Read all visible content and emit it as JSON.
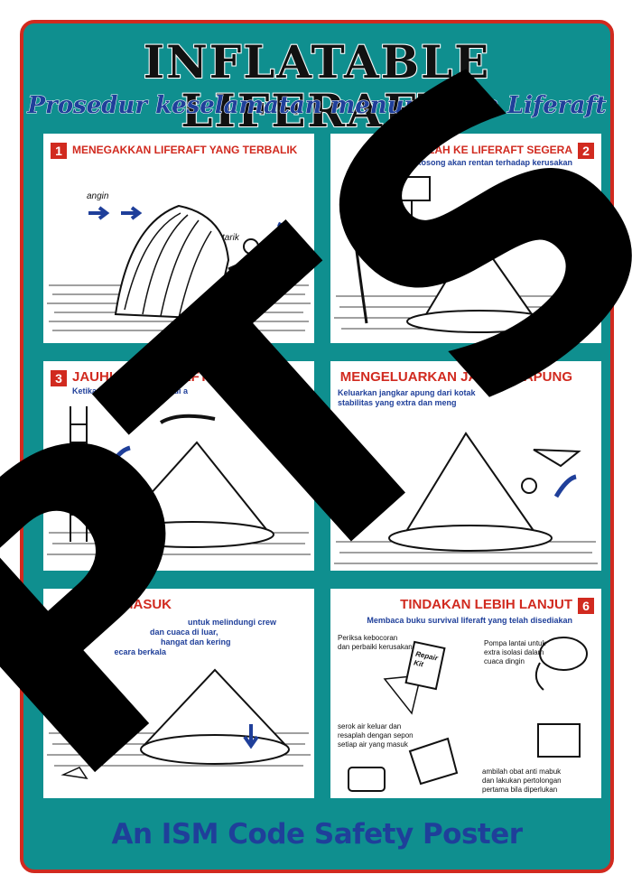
{
  "header": {
    "title": "INFLATABLE LIFERAFT",
    "subtitle": "Prosedur keselamatan menurunkan Liferaft"
  },
  "panels": [
    {
      "number": "1",
      "title": "MENEGAKKAN LIFERAFT YANG TERBALIK",
      "labels": {
        "wind": "angin",
        "pull": "tarik"
      }
    },
    {
      "number": "2",
      "title": "NAIKLAH KE LIFERAFT SEGERA",
      "description": "Sebuah liferaft kosong akan rentan terhadap kerusakan"
    },
    {
      "number": "3",
      "title": "JAUHKAN LIFERAFT DA",
      "description": "Ketika semua crew sudah di a"
    },
    {
      "number": "",
      "title": "MENGELUARKAN JA      CKAR APUNG",
      "description_line1": "Keluarkan jangkar apung dari kotak",
      "description_line2": "stabilitas yang extra dan meng"
    },
    {
      "number": "",
      "title": "R         MASUK",
      "description_lines": [
        "untuk melindungi crew",
        "dan cuaca di luar,",
        "hangat dan kering",
        "- B                     ecara berkala"
      ]
    },
    {
      "number": "6",
      "title": "TINDAKAN LEBIH LANJUT",
      "description": "Membaca buku survival liferaft yang telah disediakan",
      "notes": {
        "leak": [
          "Periksa kebocoran",
          "dan perbaiki kerusakan"
        ],
        "repair_kit": [
          "Repair",
          "Kit"
        ],
        "pump": [
          "Pompa lantai untuk",
          "extra isolasi dalam",
          "cuaca dingin"
        ],
        "bail": [
          "serok air keluar dan",
          "resaplah dengan sepon",
          "setiap air yang masuk"
        ],
        "medicine": [
          "ambilah obat anti mabuk",
          "dan lakukan pertolongan",
          "pertama bila diperlukan"
        ]
      }
    }
  ],
  "footer": {
    "text": "An ISM Code Safety Poster"
  },
  "watermark": {
    "text": "PTS"
  },
  "colors": {
    "background": "#0f8f8f",
    "border": "#d12a1f",
    "accent_red": "#d12a1f",
    "navy": "#1f3f9a"
  }
}
